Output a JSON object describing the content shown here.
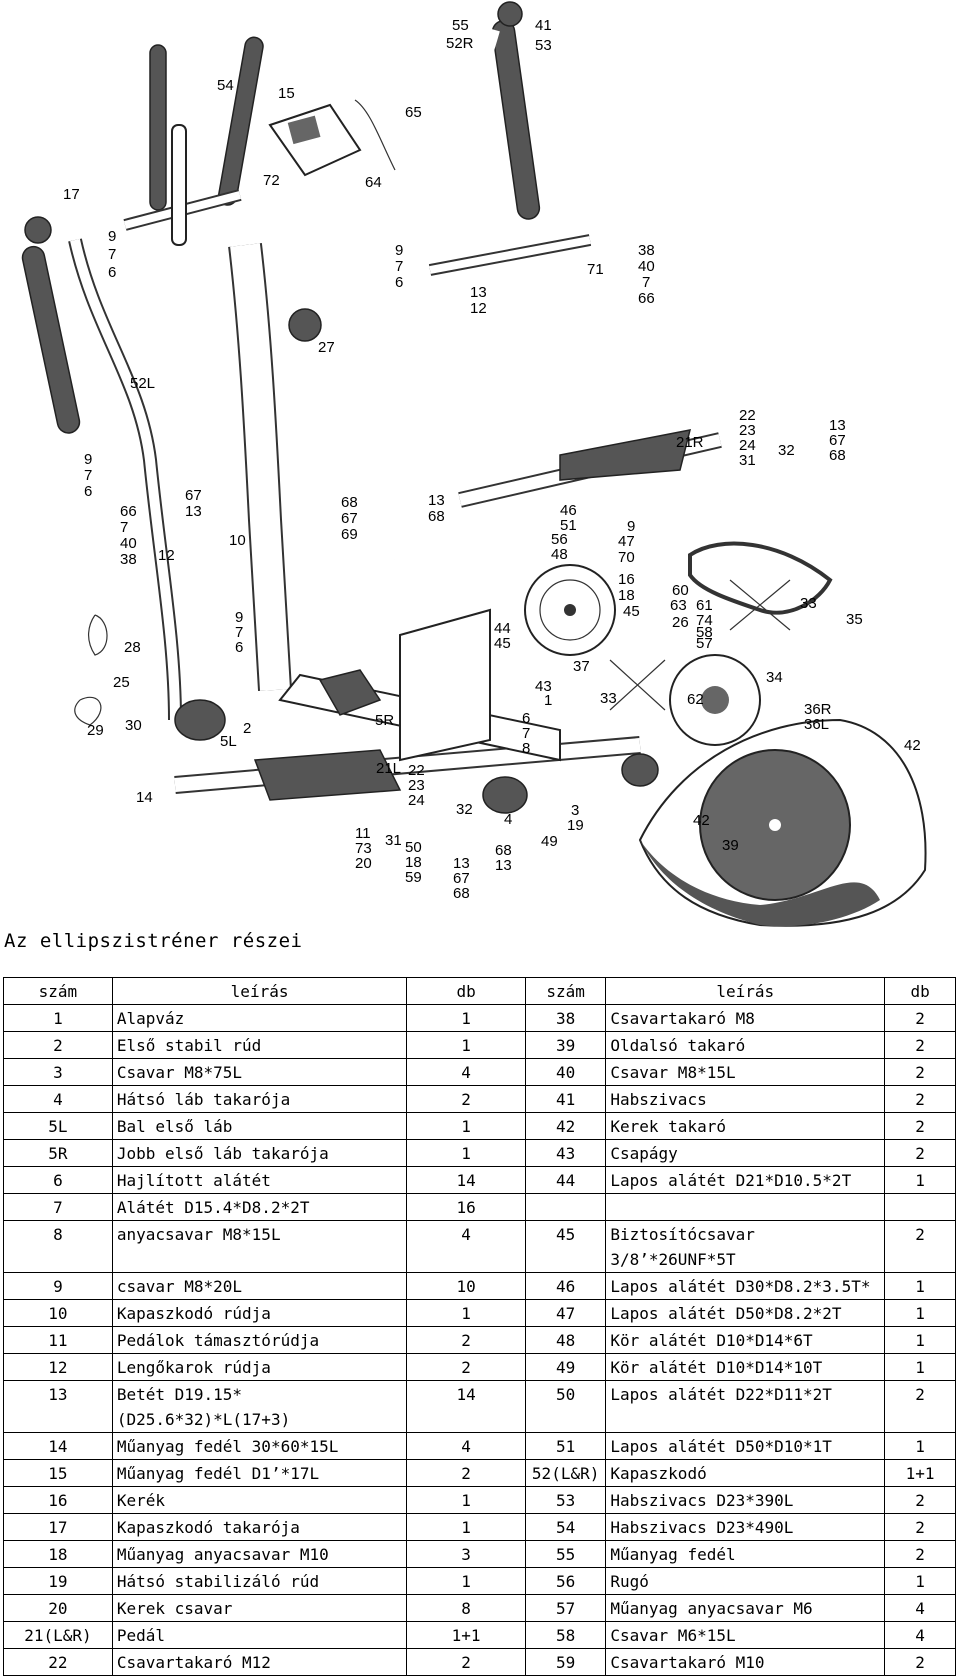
{
  "diagram": {
    "callouts": [
      "55",
      "52R",
      "41",
      "53",
      "54",
      "15",
      "65",
      "64",
      "72",
      "17",
      "9",
      "7",
      "6",
      "9",
      "7",
      "6",
      "13",
      "12",
      "71",
      "38",
      "40",
      "7",
      "66",
      "27",
      "52L",
      "9",
      "7",
      "6",
      "67",
      "13",
      "66",
      "7",
      "40",
      "38",
      "12",
      "10",
      "68",
      "67",
      "69",
      "13",
      "68",
      "22",
      "23",
      "24",
      "31",
      "32",
      "13",
      "67",
      "68",
      "21R",
      "46",
      "51",
      "56",
      "48",
      "9",
      "47",
      "70",
      "16",
      "18",
      "45",
      "60",
      "63",
      "26",
      "61",
      "74",
      "58",
      "57",
      "33",
      "35",
      "44",
      "45",
      "37",
      "33",
      "62",
      "34",
      "9",
      "7",
      "6",
      "28",
      "25",
      "29",
      "30",
      "5L",
      "2",
      "5R",
      "43",
      "1",
      "6",
      "7",
      "8",
      "36R",
      "36L",
      "42",
      "21L",
      "22",
      "23",
      "24",
      "14",
      "32",
      "4",
      "3",
      "19",
      "49",
      "11",
      "73",
      "20",
      "31",
      "50",
      "18",
      "59",
      "13",
      "67",
      "68",
      "68",
      "13",
      "42",
      "39"
    ]
  },
  "title": "Az ellipszistréner részei",
  "table": {
    "headers": [
      "szám",
      "leírás",
      "db",
      "szám",
      "leírás",
      "db"
    ],
    "rows": [
      [
        "1",
        "Alapváz",
        "1",
        "38",
        "Csavartakaró M8",
        "2"
      ],
      [
        "2",
        "Első stabil rúd",
        "1",
        "39",
        "Oldalsó takaró",
        "2"
      ],
      [
        "3",
        "Csavar M8*75L",
        "4",
        "40",
        "Csavar M8*15L",
        "2"
      ],
      [
        "4",
        "Hátsó láb takarója",
        "2",
        "41",
        "Habszivacs",
        "2"
      ],
      [
        "5L",
        "Bal első láb",
        "1",
        "42",
        "Kerek takaró",
        "2"
      ],
      [
        "5R",
        "Jobb első láb takarója",
        "1",
        "43",
        "Csapágy",
        "2"
      ],
      [
        "6",
        "Hajlított alátét",
        "14",
        "44",
        "Lapos alátét D21*D10.5*2T",
        "1"
      ],
      [
        "7",
        "Alátét D15.4*D8.2*2T",
        "16",
        "",
        "",
        ""
      ],
      [
        "8",
        "anyacsavar M8*15L",
        "4",
        "45",
        "Biztosítócsavar 3/8’*26UNF*5T",
        "2"
      ],
      [
        "9",
        "csavar M8*20L",
        "10",
        "46",
        "Lapos alátét D30*D8.2*3.5T*",
        "1"
      ],
      [
        "10",
        "Kapaszkodó rúdja",
        "1",
        "47",
        "Lapos alátét D50*D8.2*2T",
        "1"
      ],
      [
        "11",
        "Pedálok támasztórúdja",
        "2",
        "48",
        "Kör alátét D10*D14*6T",
        "1"
      ],
      [
        "12",
        "Lengőkarok rúdja",
        "2",
        "49",
        "Kör alátét D10*D14*10T",
        "1"
      ],
      [
        "13",
        "Betét D19.15*(D25.6*32)*L(17+3)",
        "14",
        "50",
        "Lapos alátét D22*D11*2T",
        "2"
      ],
      [
        "14",
        "Műanyag fedél 30*60*15L",
        "4",
        "51",
        "Lapos alátét D50*D10*1T",
        "1"
      ],
      [
        "15",
        "Műanyag fedél D1’*17L",
        "2",
        "52(L&R)",
        "Kapaszkodó",
        "1+1"
      ],
      [
        "16",
        "Kerék",
        "1",
        "53",
        "Habszivacs D23*390L",
        "2"
      ],
      [
        "17",
        "Kapaszkodó takarója",
        "1",
        "54",
        "Habszivacs D23*490L",
        "2"
      ],
      [
        "18",
        "Műanyag anyacsavar M10",
        "3",
        "55",
        "Műanyag fedél",
        "2"
      ],
      [
        "19",
        "Hátsó stabilizáló rúd",
        "1",
        "56",
        "Rugó",
        "1"
      ],
      [
        "20",
        "Kerek csavar",
        "8",
        "57",
        "Műanyag anyacsavar M6",
        "4"
      ],
      [
        "21(L&R)",
        "Pedál",
        "1+1",
        "58",
        "Csavar M6*15L",
        "4"
      ],
      [
        "22",
        "Csavartakaró M12",
        "2",
        "59",
        "Csavartakaró M10",
        "2"
      ]
    ]
  }
}
